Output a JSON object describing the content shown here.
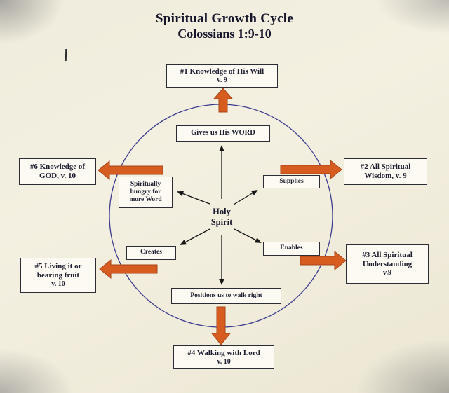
{
  "title": {
    "line1": "Spiritual Growth Cycle",
    "line2": "Colossians 1:9-10"
  },
  "center": {
    "line1": "Holy",
    "line2": "Spirit"
  },
  "outer_boxes": {
    "box1": {
      "line1": "#1 Knowledge of His Will",
      "line2": "v. 9"
    },
    "box2": {
      "line1": "#2 All Spiritual",
      "line2": "Wisdom, v. 9"
    },
    "box3": {
      "line1": "#3 All Spiritual",
      "line2": "Understanding",
      "line3": "v.9"
    },
    "box4": {
      "line1": "#4 Walking with Lord",
      "line2": "v. 10"
    },
    "box5": {
      "line1": "#5 Living it or",
      "line2": "bearing fruit",
      "line3": "v. 10"
    },
    "box6": {
      "line1": "#6 Knowledge of",
      "line2": "GOD, v. 10"
    }
  },
  "inner_boxes": {
    "gives_word": "Gives us His WORD",
    "supplies": "Supplies",
    "hungry": {
      "line1": "Spiritually",
      "line2": "hungry for",
      "line3": "more Word"
    },
    "creates": "Creates",
    "enables": "Enables",
    "positions": "Positions us to walk right"
  },
  "colors": {
    "arrow_orange": "#d65c20",
    "circle_blue": "#3d3d8f",
    "text_dark": "#1d1d30"
  }
}
